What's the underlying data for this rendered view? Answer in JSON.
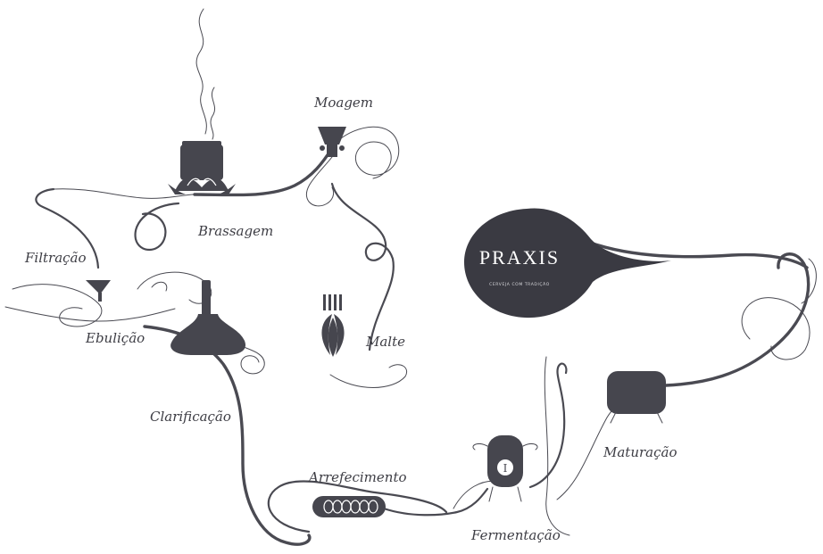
{
  "brand": {
    "name": "PRAXIS",
    "tagline": "CERVEJA COM TRADIÇÃO"
  },
  "steps": {
    "moagem": "Moagem",
    "brassagem": "Brassagem",
    "filtracao": "Filtração",
    "ebulicao": "Ebulição",
    "malte": "Malte",
    "clarificacao": "Clarificação",
    "arrefecimento": "Arrefecimento",
    "fermentacao": "Fermentação",
    "maturacao": "Maturação"
  },
  "icons": {
    "brassagem": "mash-tun-lotus-icon",
    "moagem": "mill-funnel-icon",
    "filtracao": "filter-funnel-icon",
    "ebulicao": "boil-kettle-icon",
    "malte": "wheat-ear-icon",
    "arrefecimento": "cooling-coil-icon",
    "fermentacao": "fermenter-tank-icon",
    "maturacao": "maturation-tank-icon",
    "brand": "praxis-drop-logo"
  },
  "fermenter_badge": "I",
  "colors": {
    "ink": "#46464e",
    "background": "#ffffff",
    "brand_drop": "#3a3a42"
  }
}
